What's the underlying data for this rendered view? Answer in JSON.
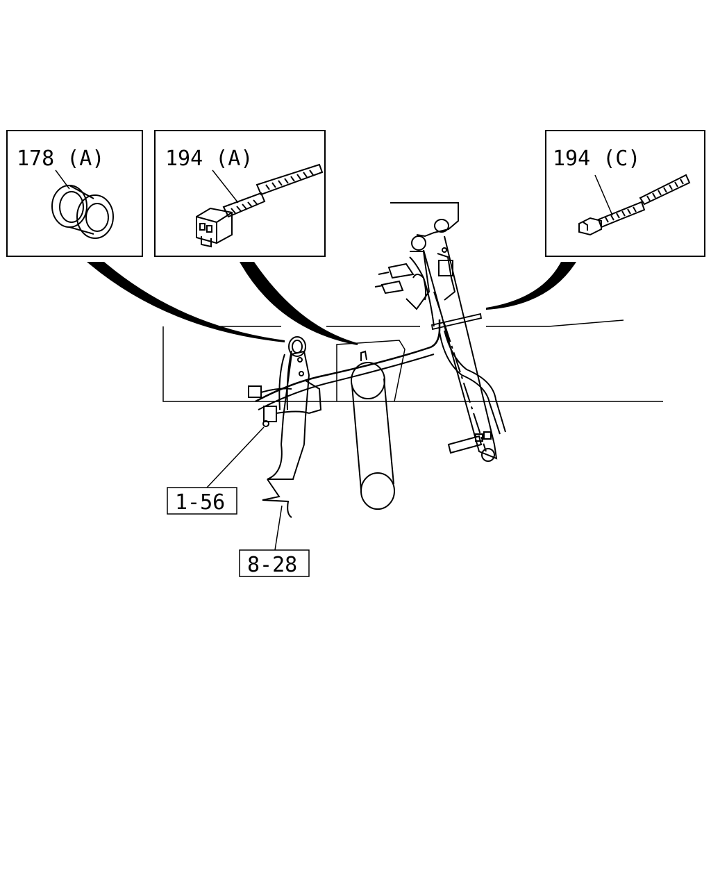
{
  "diagram": {
    "callouts": [
      {
        "id": "grommet",
        "label": "178 (A)"
      },
      {
        "id": "clip-connector",
        "label": "194 (A)"
      },
      {
        "id": "tie-band",
        "label": "194 (C)"
      }
    ],
    "references": [
      {
        "id": "ref-1-56",
        "label": "1-56"
      },
      {
        "id": "ref-8-28",
        "label": "8-28"
      }
    ],
    "colors": {
      "line": "#000000",
      "background": "#ffffff"
    }
  }
}
